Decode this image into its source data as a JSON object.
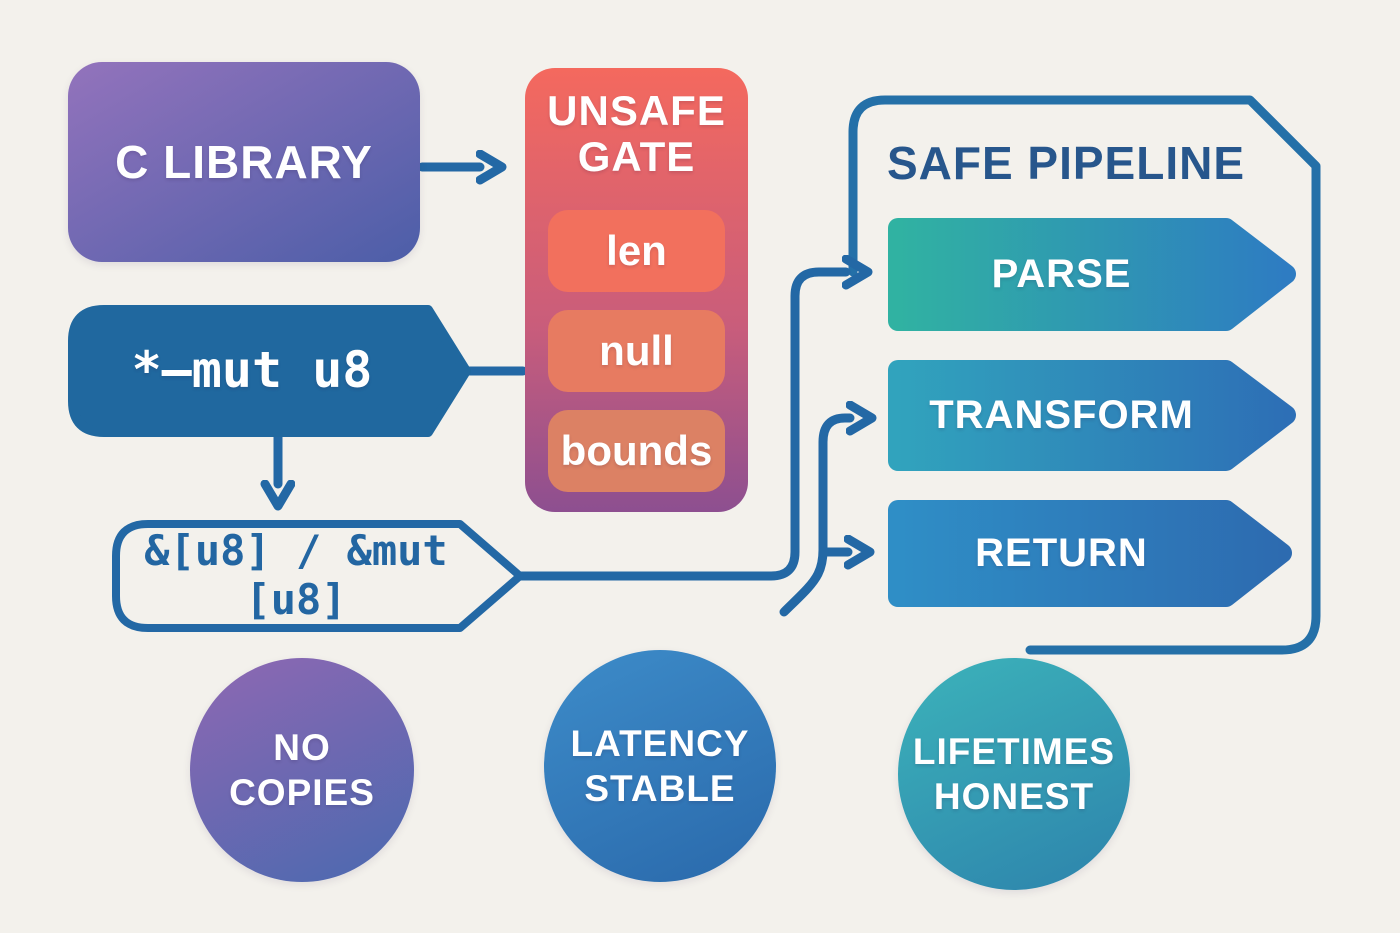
{
  "canvas": {
    "background": "#f3f1ec"
  },
  "palette": {
    "connector_blue": "#2368a5",
    "outline_blue": "#2470a8",
    "heading_blue": "#27568c",
    "pointer_box_blue": "#20689f",
    "c_library_gradient": [
      "#9373bc",
      "#4c5ea8"
    ],
    "unsafe_gate_gradient": [
      "#f4695e",
      "#8d4f90"
    ],
    "pill_colors": [
      "#f2705d",
      "#e77b61",
      "#dc8164"
    ],
    "parse_gradient": [
      "#30b2a2",
      "#2e7cc2"
    ],
    "transform_gradient": [
      "#31a3bd",
      "#2d6fb6"
    ],
    "return_gradient": [
      "#2f8ec6",
      "#2d6bb0"
    ]
  },
  "nodes": {
    "c_library": {
      "label": "C LIBRARY"
    },
    "raw_pointer": {
      "label": "*–mut u8"
    },
    "slices": {
      "label": "&[u8] / &mut [u8]"
    },
    "unsafe_gate": {
      "line1": "UNSAFE",
      "line2": "GATE",
      "checks": [
        "len",
        "null",
        "bounds"
      ]
    },
    "safe_pipeline": {
      "title": "SAFE PIPELINE",
      "stages": [
        "PARSE",
        "TRANSFORM",
        "RETURN"
      ]
    },
    "badges": [
      {
        "line1": "NO",
        "line2": "COPIES"
      },
      {
        "line1": "LATENCY",
        "line2": "STABLE"
      },
      {
        "line1": "LIFETIMES",
        "line2": "HONEST"
      }
    ]
  }
}
